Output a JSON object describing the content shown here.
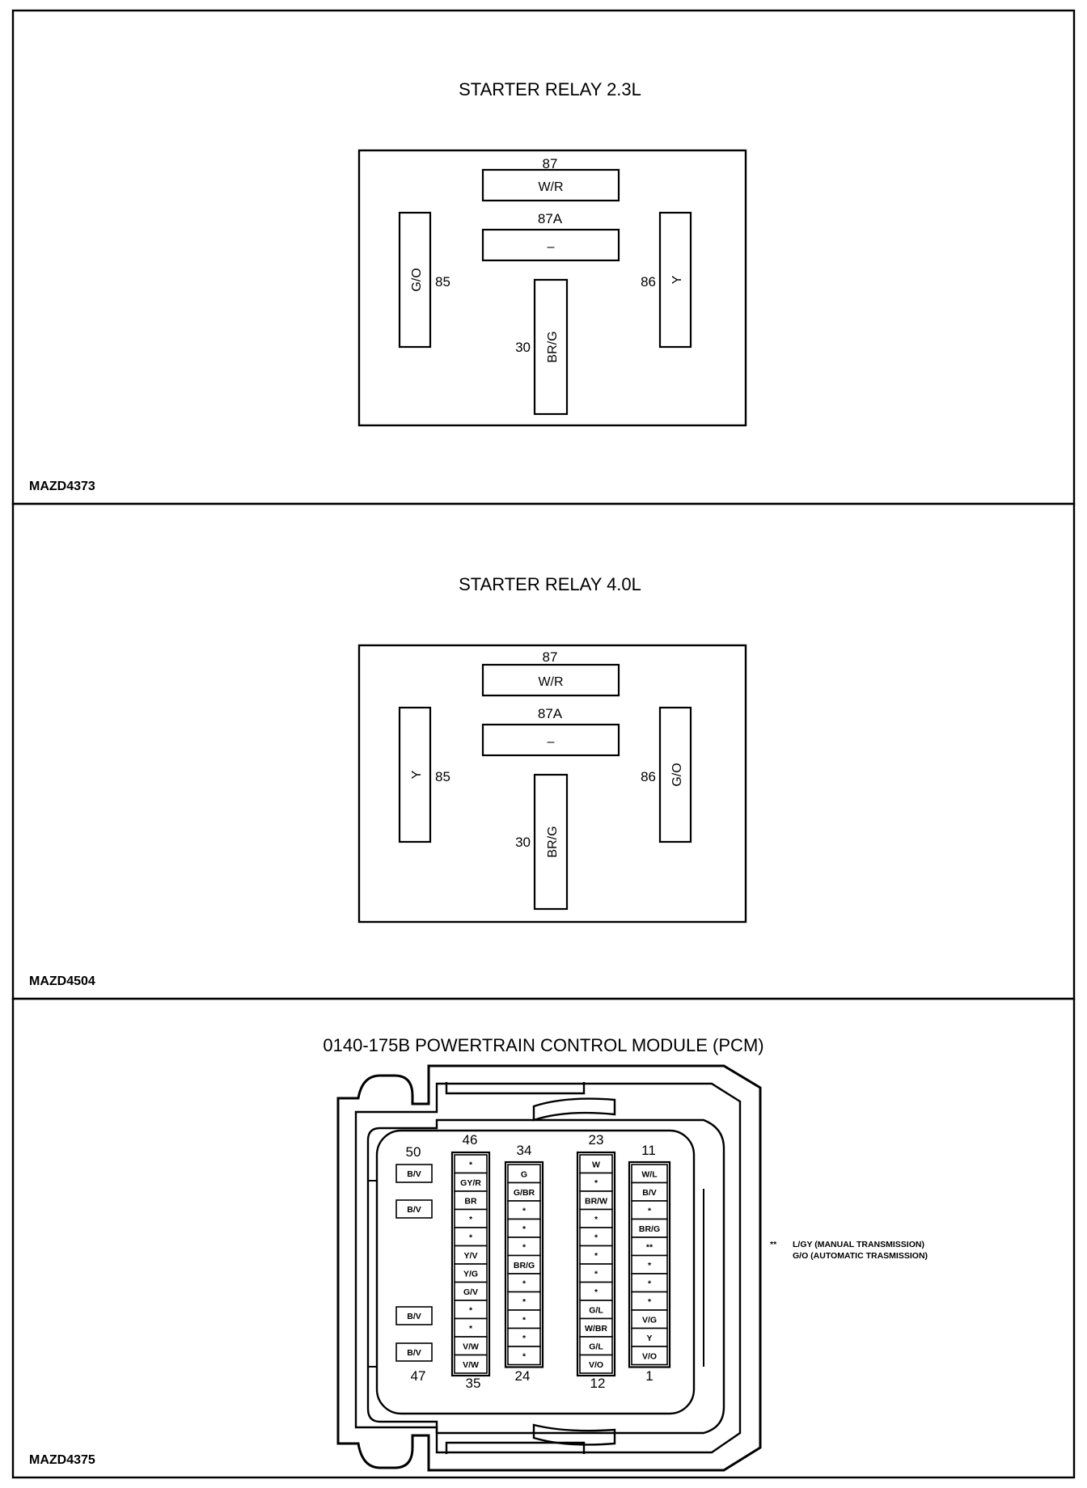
{
  "relay_23": {
    "title": "STARTER RELAY 2.3L",
    "code": "MAZD4373",
    "pins": {
      "p87": {
        "num": "87",
        "wire": "W/R"
      },
      "p87a": {
        "num": "87A",
        "wire": "–"
      },
      "p85": {
        "num": "85",
        "wire": "G/O"
      },
      "p86": {
        "num": "86",
        "wire": "Y"
      },
      "p30": {
        "num": "30",
        "wire": "BR/G"
      }
    }
  },
  "relay_40": {
    "title": "STARTER RELAY 4.0L",
    "code": "MAZD4504",
    "pins": {
      "p87": {
        "num": "87",
        "wire": "W/R"
      },
      "p87a": {
        "num": "87A",
        "wire": "–"
      },
      "p85": {
        "num": "85",
        "wire": "Y"
      },
      "p86": {
        "num": "86",
        "wire": "G/O"
      },
      "p30": {
        "num": "30",
        "wire": "BR/G"
      }
    }
  },
  "pcm": {
    "title": "0140-175B POWERTRAIN CONTROL MODULE (PCM)",
    "code": "MAZD4375",
    "col_labels": {
      "top": [
        "50",
        "46",
        "34",
        "23",
        "11"
      ],
      "bottom": [
        "47",
        "35",
        "24",
        "12",
        "1"
      ]
    },
    "col_a": [
      "B/V",
      "B/V",
      "B/V",
      "B/V"
    ],
    "col_b": [
      "*",
      "GY/R",
      "BR",
      "*",
      "*",
      "Y/V",
      "Y/G",
      "G/V",
      "*",
      "*",
      "V/W",
      "V/W"
    ],
    "col_c": [
      "G",
      "G/BR",
      "*",
      "*",
      "*",
      "BR/G",
      "*",
      "*",
      "*",
      "*",
      "*"
    ],
    "col_d": [
      "W",
      "*",
      "BR/W",
      "*",
      "*",
      "*",
      "*",
      "*",
      "G/L",
      "W/BR",
      "G/L",
      "V/O"
    ],
    "col_e": [
      "W/L",
      "B/V",
      "*",
      "BR/G",
      "**",
      "*",
      "*",
      "*",
      "V/G",
      "Y",
      "V/O"
    ],
    "note": {
      "marker": "**",
      "line1": "L/GY (MANUAL TRANSMISSION)",
      "line2": "G/O (AUTOMATIC TRASMISSION)"
    }
  }
}
